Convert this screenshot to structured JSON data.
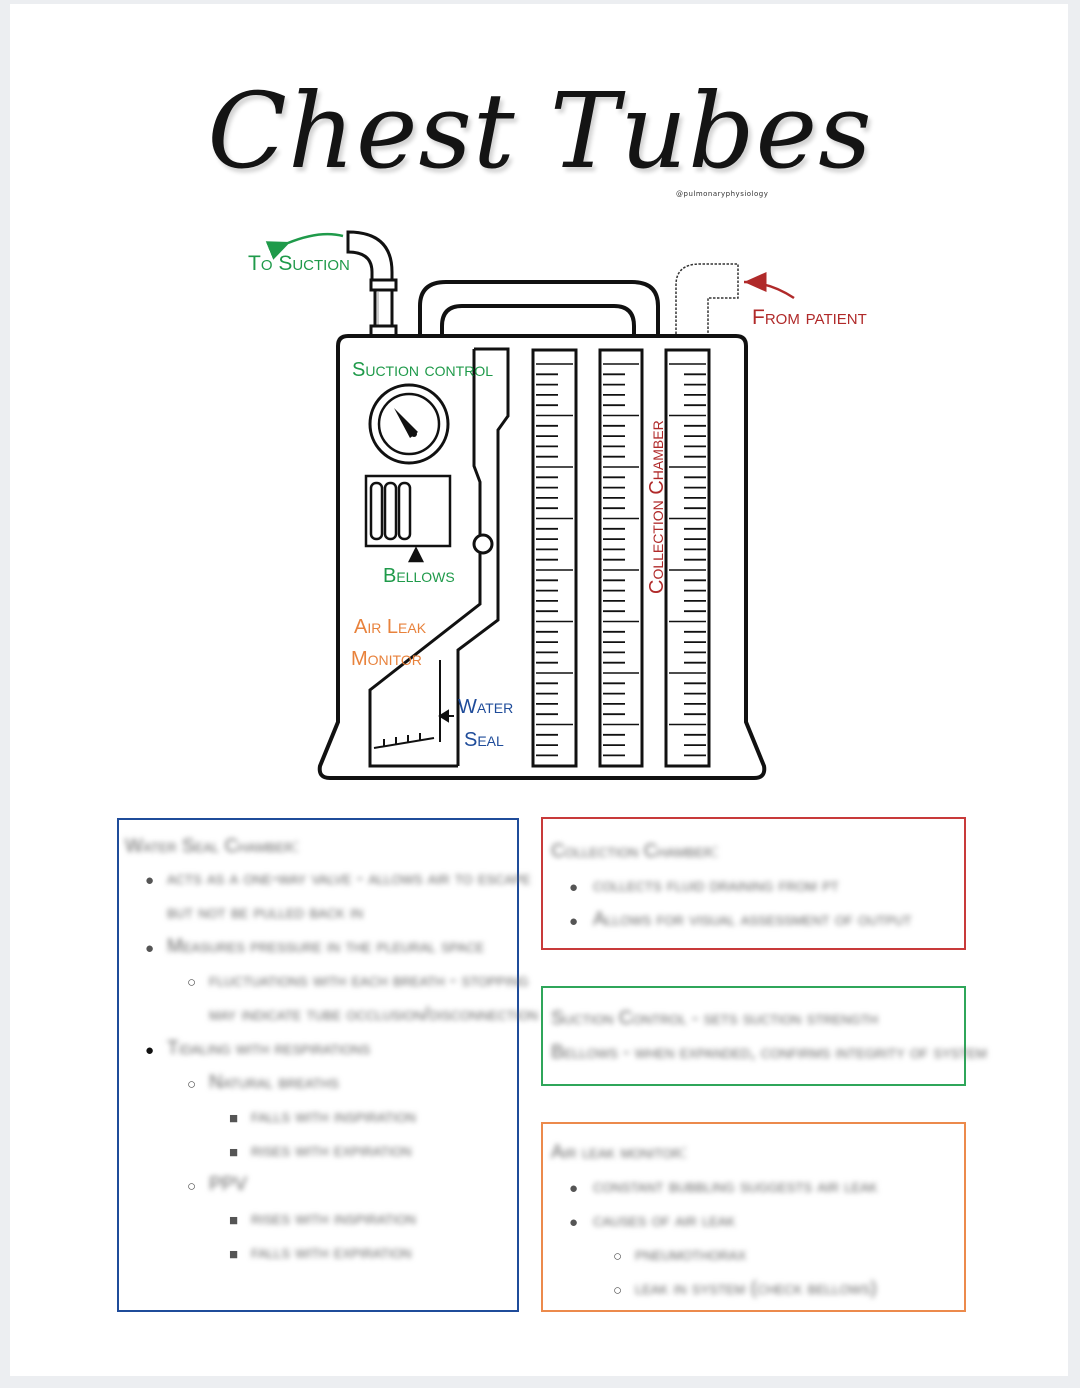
{
  "title": "Chest Tubes",
  "handle": "@pulmonaryphysiology",
  "labels": {
    "to_suction": "To Suction",
    "from_patient": "From patient",
    "suction_control": "Suction control",
    "bellows": "Bellows",
    "air_leak_1": "Air Leak",
    "air_leak_2": "Monitor",
    "water_1": "Water",
    "water_2": "Seal",
    "collection": "Collection Chamber"
  },
  "colors": {
    "green": "#1f9a4a",
    "red": "#b02a2a",
    "orange": "#e8823c",
    "blue": "#1f4c9a",
    "ink": "#111111"
  },
  "boxes": {
    "water_seal": {
      "heading": "Water Seal Chamber:",
      "lines": [
        "acts as a one-way valve - allows air to escape",
        "but not be pulled back in",
        "Measures pressure in the pleural space",
        "fluctuations with each breath - stopping",
        "may indicate tube occlusion/disconnection",
        "Tidaling with respirations",
        "Natural breaths",
        "falls with inspiration",
        "rises with expiration",
        "PPV",
        "rises with inspiration",
        "falls with expiration"
      ]
    },
    "collection": {
      "heading": "Collection Chamber:",
      "lines": [
        "collects fluid draining from pt",
        "Allows for visual assessment of output"
      ]
    },
    "suction": {
      "lines": [
        "Suction Control - sets suction strength",
        "Bellows - when expanded, confirms integrity of system"
      ]
    },
    "air_leak": {
      "heading": "Air leak monitor:",
      "lines": [
        "constant bubbling suggests air leak",
        "causes of air leak",
        "pneumothorax",
        "leak in system (check bellows)"
      ]
    }
  }
}
